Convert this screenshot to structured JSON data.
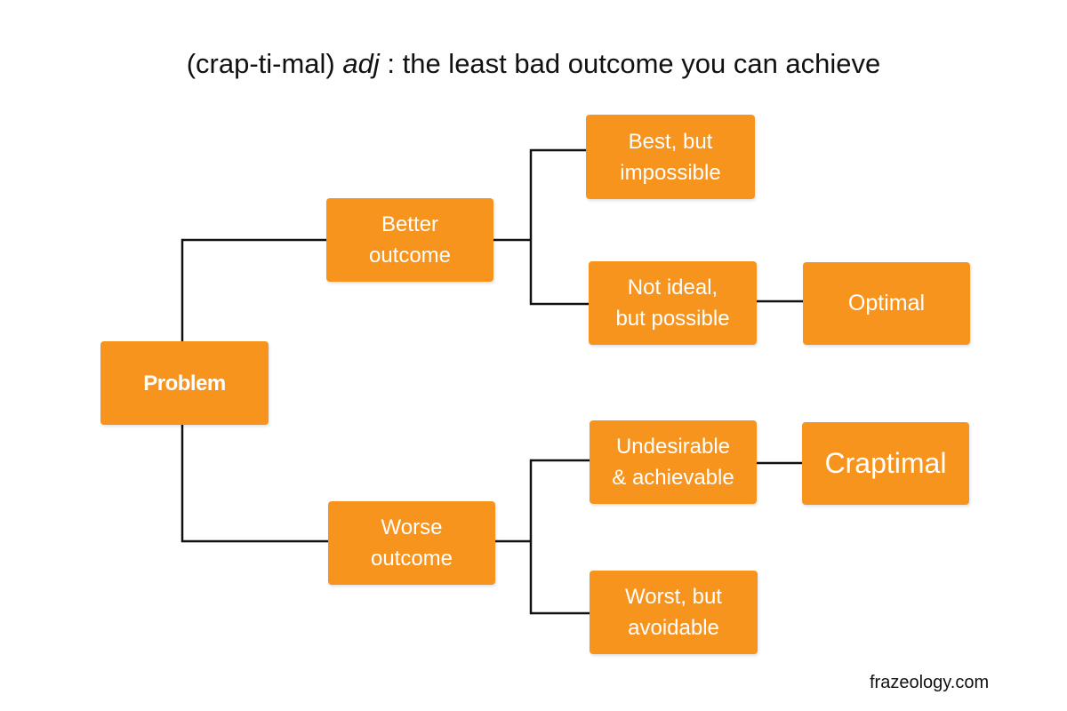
{
  "title": {
    "prefix": "(crap-ti-mal)",
    "pos": "adj",
    "definition": ":  the least bad outcome you can achieve"
  },
  "nodes": {
    "problem": [
      "Problem"
    ],
    "better": [
      "Better",
      "outcome"
    ],
    "worse": [
      "Worse",
      "outcome"
    ],
    "best": [
      "Best, but",
      "impossible"
    ],
    "not_ideal": [
      "Not ideal,",
      "but possible"
    ],
    "optimal": [
      "Optimal"
    ],
    "undesirable": [
      "Undesirable",
      "& achievable"
    ],
    "craptimal": [
      "Craptimal"
    ],
    "worst": [
      "Worst, but",
      "avoidable"
    ]
  },
  "colors": {
    "box": "#f7941e",
    "text": "#ffffff",
    "line": "#111111"
  },
  "credit": "frazeology.com"
}
